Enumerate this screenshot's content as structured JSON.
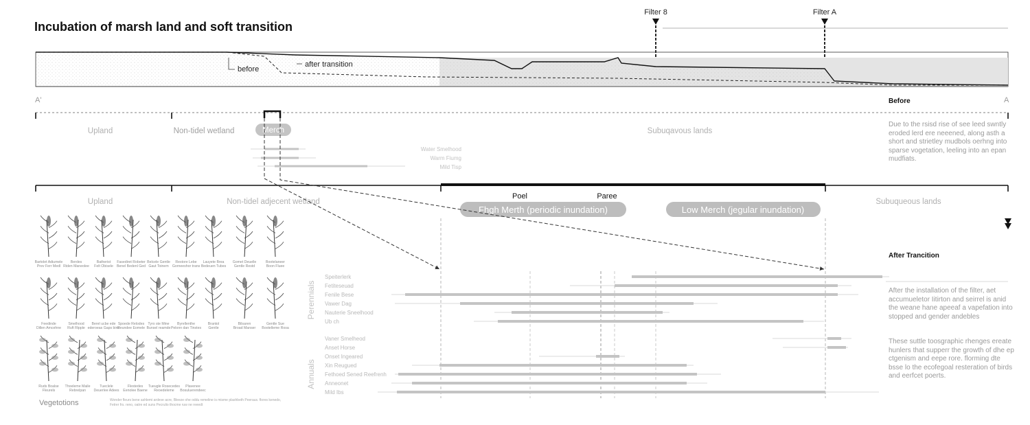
{
  "title": "Incubation of marsh land and soft transition",
  "filters": [
    "Filter 8",
    "Filter A"
  ],
  "section": {
    "label_before": "before",
    "label_after": "after transition",
    "point_a_prime": "A'",
    "point_a": "A"
  },
  "zones_before": [
    "Upland",
    "Non-tidel wetland",
    "Merch",
    "Subuqavous lands"
  ],
  "species_before": [
    "Water Smelhood",
    "Warm Fiumg",
    "Mild Tisp"
  ],
  "zones_after": [
    "Upland",
    "Non-tidel adjecent wetland",
    "Subuqueous lands"
  ],
  "marsh_pills": [
    "Fhgh Merth (periodic inundation)",
    "Low Merch (jegular inundation)"
  ],
  "markers": [
    "Poel",
    "Paree"
  ],
  "vegetation_label": "Vegetotions",
  "vegetation_caption": "Wonder fleurs bene ashlemi ardeve acre, Bleeze ohe oddu remeline is misme plashbeth Peeraus. flores kenedo, Fetrer frs. reno, oatre ed suns Pecrulio thocme ruw ne reeedt",
  "vegetation_items": [
    [
      "Bartolet Adiumele",
      "Prev Ferr Medl"
    ],
    [
      "Berdes",
      "Riden Maneolee"
    ],
    [
      "Batherist",
      "Felt Obisele"
    ],
    [
      "Fasediret Robeter",
      "Benel Bedenl Ged"
    ],
    [
      "Belcele Gentle",
      "Gaut Toinem"
    ],
    [
      "Restore Lebe",
      "Gorneeshor trans"
    ],
    [
      "Lauyete Brea",
      "Bedeuen Tubes"
    ],
    [
      "Gomet Deuelle",
      "Gentle Restd"
    ],
    [
      "Bootelaneer",
      "Boon Fluee"
    ],
    [
      "Feedinde",
      "Dillen Amcehne"
    ],
    [
      "Smelhood",
      "Ruft Ripple"
    ],
    [
      "Berel ucbe ede",
      "ederoeas Gaps bine"
    ],
    [
      "Spoede Relodes",
      "Reundee Eomele"
    ],
    [
      "Tyro ste Mine",
      "Bunsel reamde"
    ],
    [
      "Byrellenthe",
      "Pelonn dan Tinstes"
    ],
    [
      "Brantol",
      "Gentle"
    ],
    [
      "Bilsaren",
      "Broad Manser"
    ],
    [
      "Gentle Sue",
      "Bootelleme Rosa"
    ],
    [
      "Ruds Boalse",
      "Fleurels"
    ],
    [
      "Thoeleme Maile",
      "Rebrelpan"
    ],
    [
      "Tueclele",
      "Deuerlee Adees"
    ],
    [
      "Flestedes",
      "Eenolee Baene"
    ],
    [
      "Tueugle Rosecedes",
      "Reoedeleme"
    ],
    [
      "Plavenee",
      "Bosuluerendeec"
    ]
  ],
  "chart_data": {
    "type": "gantt",
    "groups": [
      "Perennials",
      "Annuals"
    ],
    "rows": [
      "Speiterlerk",
      "Fetiteseuad",
      "Fenile Bese",
      "Vawer Dag",
      "Nauterie Sneelhood",
      "Ub ch",
      "Vaner Smelheod",
      "Anset Horse",
      "Onset Ingeared",
      "Xin Reugued",
      "Fethoed Sened Reefrenh",
      "Anneonet",
      "Mild Ibs"
    ]
  },
  "side": {
    "before_heading": "Before",
    "before_text": "Due to the rsisd rise of see leed swntly eroded lerd ere neeened, along asth a short and strietley mudbols oerhng into sparse vogetation, leeling into an epan mudfiats.",
    "after_heading": "After Trancition",
    "after_text_1": "After the installation of the filter, aet accumueletor Iitirton and seirrel is anid the weane hane apeeaf a vapefation into stopped and gender andebles",
    "after_text_2": "These suttle toosgraphic rhenges ereate hunlers that supperr the growth of dhe ep ctgenism and eepe rore. florming dte bsse lo the ecofegoal resteration of birds and eerfcet poerts."
  },
  "colors": {
    "ink": "#111111",
    "light_text": "#a8a8a8",
    "pill": "#bdbdbd",
    "bar": "#c4c4c4",
    "water": "#dcdcdc"
  }
}
